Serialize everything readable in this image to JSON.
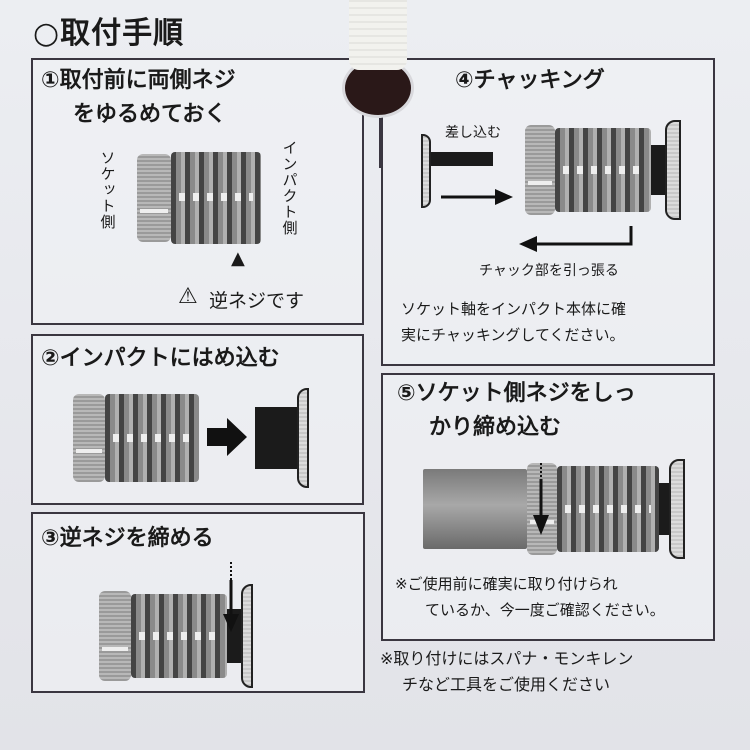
{
  "page": {
    "title": "○取付手順",
    "colors": {
      "background": "#e8e9ee",
      "border": "#3a3640",
      "text": "#1a1a1a",
      "hole": "#2a1818"
    }
  },
  "steps": [
    {
      "number": "①",
      "title_line1": "①取付前に両側ネジ",
      "title_line2": "をゆるめておく",
      "label_left": "ソケット側",
      "label_right": "インパクト側",
      "marker": "▲",
      "warning_icon": "⚠",
      "warning_text": "逆ネジです"
    },
    {
      "number": "②",
      "title": "②インパクトにはめ込む"
    },
    {
      "number": "③",
      "title": "③逆ネジを締める"
    },
    {
      "number": "④",
      "title": "④チャッキング",
      "label_insert": "差し込む",
      "label_pull": "チャック部を引っ張る",
      "note_line1": "ソケット軸をインパクト本体に確",
      "note_line2": "実にチャッキングしてください。"
    },
    {
      "number": "⑤",
      "title_line1": "⑤ソケット側ネジをしっ",
      "title_line2": "かり締め込む",
      "note_line1": "※ご使用前に確実に取り付けられ",
      "note_line2": "ているか、今一度ご確認ください。"
    }
  ],
  "footer": {
    "line1": "※取り付けにはスパナ・モンキレン",
    "line2": "チなど工具をご使用ください"
  }
}
